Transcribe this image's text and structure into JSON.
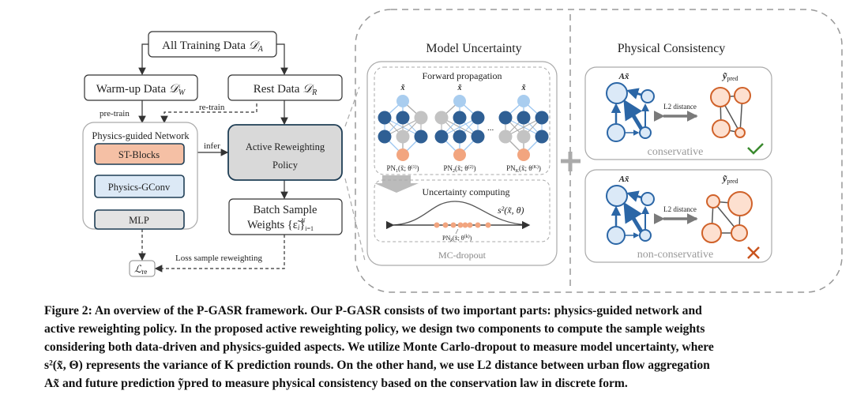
{
  "left_flow": {
    "all_training": {
      "label": "All Training Data ",
      "symbol": "𝒟",
      "sub": "A"
    },
    "warmup": {
      "label": "Warm-up Data ",
      "symbol": "𝒟",
      "sub": "W"
    },
    "rest": {
      "label": "Rest Data ",
      "symbol": "𝒟",
      "sub": "R"
    },
    "pretrain": "pre-train",
    "retrain": "re-train",
    "infer": "infer",
    "network_title": "Physics-guided Network",
    "st_blocks": "ST-Blocks",
    "physics_gconv": "Physics-GConv",
    "mlp": "MLP",
    "policy_line1": "Active Reweighting",
    "policy_line2": "Policy",
    "batch_line1": "Batch Sample",
    "batch_line2": "Weights {ε̃",
    "batch_sub": "i",
    "batch_close": "}",
    "batch_range_sub": "i=1",
    "batch_range_sup": "N",
    "loss_label": "Loss sample reweighting",
    "loss_symbol": "ℒ",
    "loss_sub": "re"
  },
  "model_uncertainty": {
    "title": "Model Uncertainty",
    "forward_title": "Forward propagation",
    "input_label": "x̃",
    "dots": "...",
    "networks": [
      {
        "label": "PN",
        "sub": "1",
        "args": "(x̃; θ",
        "sup": "(1)",
        "close": ")",
        "mid": [
          "active",
          "active",
          "dropped"
        ],
        "low": [
          "active",
          "dropped",
          "active"
        ]
      },
      {
        "label": "PN",
        "sub": "2",
        "args": "(x̃; θ",
        "sup": "(2)",
        "close": ")",
        "mid": [
          "dropped",
          "active",
          "active"
        ],
        "low": [
          "active",
          "active",
          "active"
        ]
      },
      {
        "label": "PN",
        "sub": "K",
        "args": "(x̃; θ",
        "sup": "(K)",
        "close": ")",
        "mid": [
          "active",
          "active",
          "active"
        ],
        "low": [
          "dropped",
          "dropped",
          "active"
        ]
      }
    ],
    "uncertainty_title": "Uncertainty computing",
    "variance_label": "s²(x̃, θ)",
    "sample_label": "PN",
    "sample_sub": "k",
    "sample_args": "(x̃; θ",
    "sample_sup": "(k)",
    "sample_close": ")",
    "footer": "MC-dropout"
  },
  "physical_consistency": {
    "title": "Physical Consistency",
    "cards": [
      {
        "left_label": "Ax̃",
        "right_label": "ỹ",
        "right_sub": "pred",
        "distance": "L2 distance",
        "verdict": "conservative",
        "icon": "check-icon"
      },
      {
        "left_label": "Ax̃",
        "right_label": "ỹ",
        "right_sub": "pred",
        "distance": "L2 distance",
        "verdict": "non-conservative",
        "icon": "cross-icon"
      }
    ]
  },
  "colors": {
    "dark_blue": "#2f5f94",
    "light_blue": "#a9cdef",
    "gray_node": "#c3c3c3",
    "orange": "#f2a57f",
    "st_blocks": "#f5c0a5",
    "physics_gconv": "#dce9f6",
    "mlp": "#e3e3e3",
    "policy": "#d9d9d9",
    "check": "#3a8a2e",
    "cross": "#c9541e",
    "graph_blue": "#2b66a6",
    "graph_orange": "#d0622a"
  },
  "caption": [
    "Figure 2: An overview of the P-GASR framework. Our P-GASR consists of two important parts: physics-guided network and",
    "active reweighting policy. In the proposed active reweighting policy, we design two components to compute the sample weights",
    "considering both data-driven and physics-guided aspects. We utilize Monte Carlo-dropout to measure model uncertainty, where",
    "s²(x̃, Θ) represents the variance of K prediction rounds. On the other hand, we use L2 distance between urban flow aggregation",
    "Ax̃ and future prediction ỹpred to measure physical consistency based on the conservation law in discrete form."
  ]
}
